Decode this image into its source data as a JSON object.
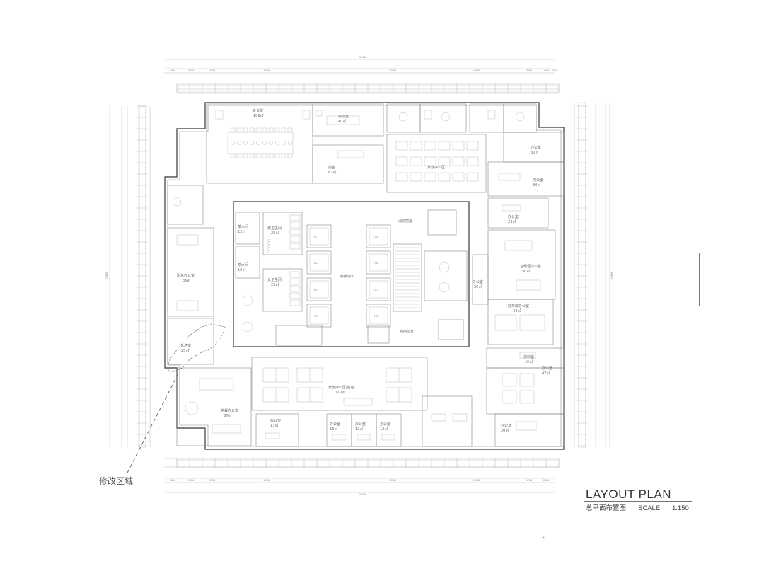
{
  "titleblock": {
    "title": "LAYOUT PLAN",
    "subtitle": "总平面布置图",
    "scale_label": "SCALE",
    "scale_value": "1:150"
  },
  "annotation": {
    "modify_area": "修改区域"
  },
  "rooms": {
    "conference_big": "会议室",
    "conference_big_area": "106㎡",
    "conference_small": "会议室",
    "conference_small_area": "40㎡",
    "reception": "前台",
    "reception_area": "87㎡",
    "open_office_ne": "开放办公区",
    "office_e1": "办公室",
    "office_e1_area": "30㎡",
    "office_e2": "办公室",
    "office_e2_area": "30㎡",
    "office_e3": "办公室",
    "office_e3_area": "23㎡",
    "office_e4": "总经理办公室",
    "office_e4_area": "50㎡",
    "office_e5": "财务部办公室",
    "office_e5_area": "34㎡",
    "archive": "资料室",
    "archive_area": "15㎡",
    "office_se": "办公室",
    "office_se_area": "47㎡",
    "office_se2": "办公室",
    "office_se2_area": "20㎡",
    "open_office_s": "开放办公区/前台",
    "open_office_s_area": "117㎡",
    "office_s1": "办公室",
    "office_s1_area": "13㎡",
    "office_s2": "办公室",
    "office_s2_area": "13㎡",
    "office_s3": "办公室",
    "office_s3_area": "12㎡",
    "office_s4": "办公室",
    "office_s4_area": "13㎡",
    "office_sw": "总裁办公室",
    "office_sw_area": "67㎡",
    "office_w1": "副总办公室",
    "office_w1_area": "35㎡",
    "office_w2": "休息室",
    "office_w2_area": "25㎡",
    "toilet_m": "男卫生间",
    "toilet_m_area": "23㎡",
    "toilet_f": "女卫生间",
    "toilet_f_area": "23㎡",
    "storage1": "茶水间",
    "storage1_area": "12㎡",
    "storage2": "茶水间",
    "storage2_area": "12㎡",
    "elevator_hall": "电梯前厅",
    "elev_hall_2": "消防前室",
    "elev_hall_3": "合用前室",
    "office_e6": "办公室",
    "office_e6_area": "25㎡"
  },
  "elevators": [
    "ES1",
    "ES2",
    "ES3",
    "ES4",
    "ES5",
    "ES6",
    "ES7",
    "ES8"
  ],
  "dimensions": {
    "top_total": "52400",
    "top_segments": [
      "1400",
      "3000",
      "3300",
      "10500",
      "13000",
      "10500",
      "3300",
      "1700",
      "2400"
    ],
    "bottom_total": "52400",
    "bottom_segments": [
      "1400",
      "2900",
      "3300",
      "11500",
      "13000",
      "11500",
      "1700",
      "2400"
    ],
    "left_total": "43800",
    "right_total": "43800"
  }
}
